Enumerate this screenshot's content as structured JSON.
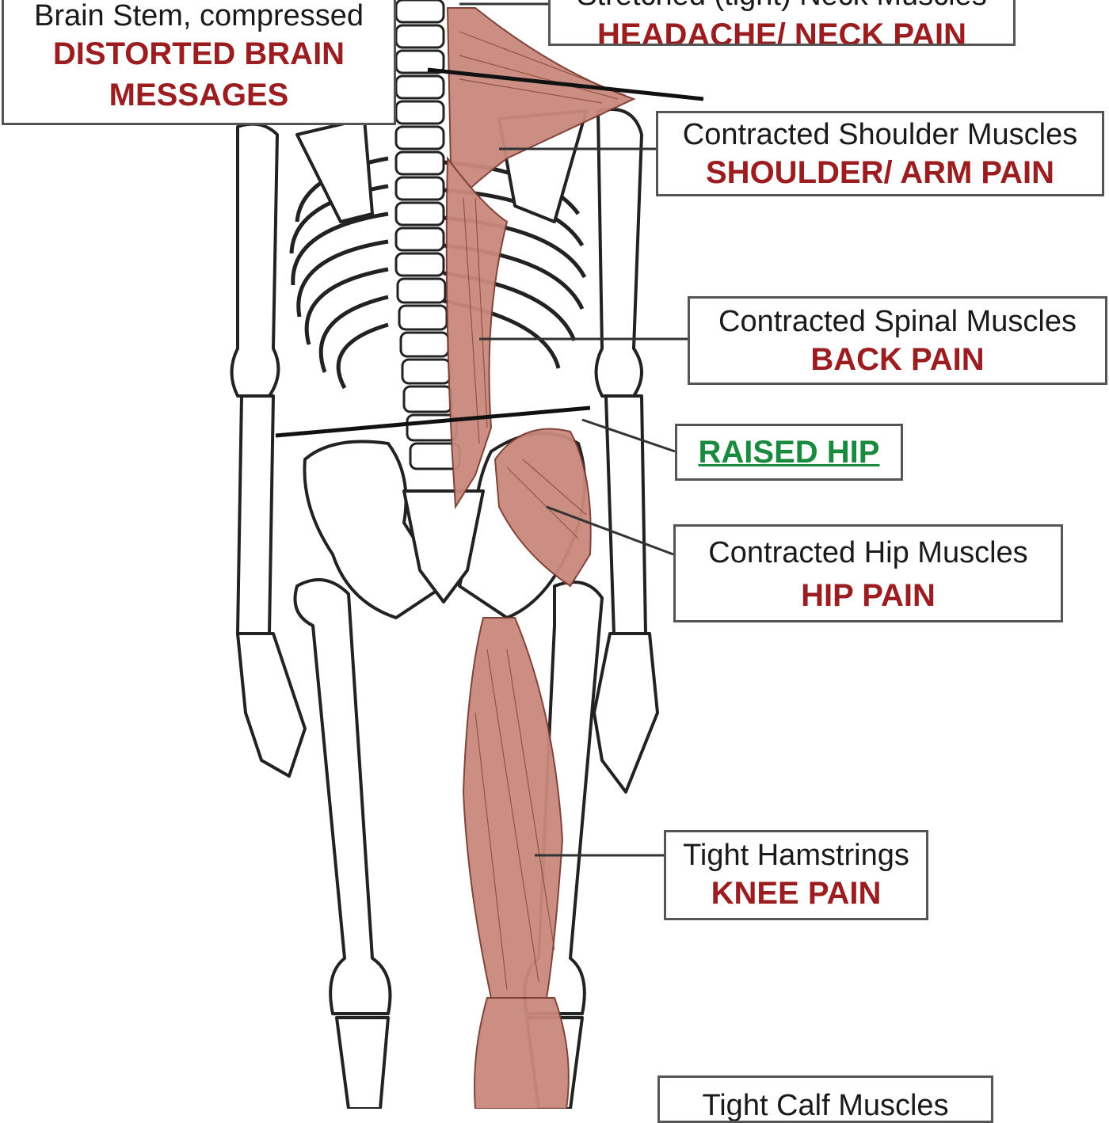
{
  "colors": {
    "pain_text": "#9b1d20",
    "raised_hip_text": "#1a8a3e",
    "muscle_fill": "#c88a7c",
    "muscle_stroke": "#7a3a30",
    "bone_outline": "#222222",
    "box_border": "#555555"
  },
  "callouts": {
    "brain_stem": {
      "label": "Brain Stem, compressed",
      "pain_line1": "DISTORTED BRAIN",
      "pain_line2": "MESSAGES"
    },
    "neck": {
      "label": "Stretched (tight) Neck Muscles",
      "pain": "HEADACHE/ NECK PAIN"
    },
    "shoulder": {
      "label": "Contracted Shoulder Muscles",
      "pain": "SHOULDER/ ARM PAIN"
    },
    "spinal": {
      "label": "Contracted Spinal Muscles",
      "pain": "BACK PAIN"
    },
    "raised_hip": {
      "label": "RAISED HIP"
    },
    "hip": {
      "label": "Contracted Hip Muscles",
      "pain": "HIP PAIN"
    },
    "hamstrings": {
      "label": "Tight Hamstrings",
      "pain": "KNEE PAIN"
    },
    "calf": {
      "label": "Tight Calf Muscles"
    }
  },
  "illustration": {
    "subject": "skeleton-posterior-view-with-muscles",
    "icons": [
      "skeleton-icon",
      "muscle-icon"
    ]
  }
}
